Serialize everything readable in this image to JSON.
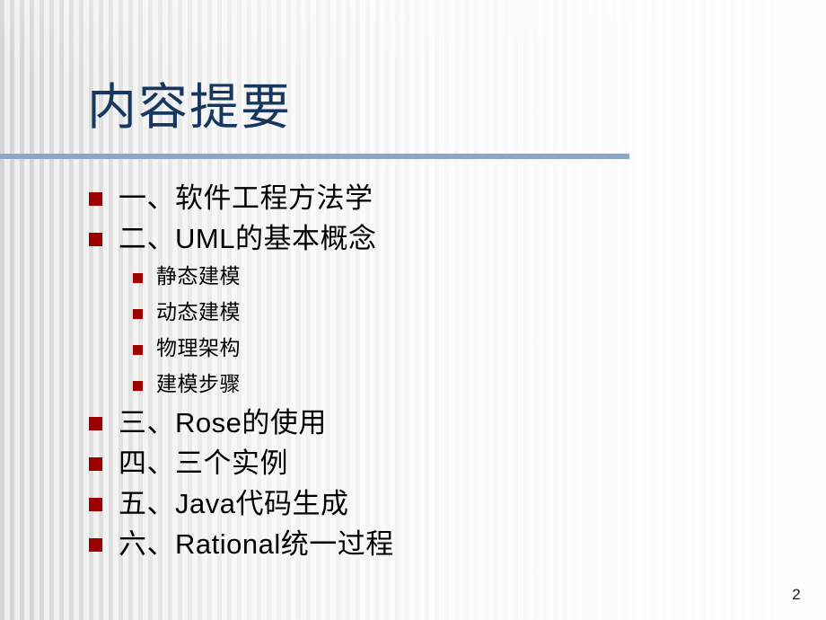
{
  "slide": {
    "title": "内容提要",
    "page_number": "2",
    "colors": {
      "title": "#17375E",
      "rule": "#8BA7C8",
      "bullet": "#9C0000",
      "body_text": "#000000",
      "background": "#EFEFEF"
    },
    "outline": [
      {
        "level": 1,
        "text": "一、软件工程方法学",
        "bullet": "red-square-bullet"
      },
      {
        "level": 1,
        "text": "二、UML的基本概念",
        "bullet": "red-square-bullet"
      },
      {
        "level": 2,
        "text": "静态建模",
        "bullet": "red-square-bullet-small"
      },
      {
        "level": 2,
        "text": "动态建模",
        "bullet": "red-square-bullet-small"
      },
      {
        "level": 2,
        "text": "物理架构",
        "bullet": "red-square-bullet-small"
      },
      {
        "level": 2,
        "text": "建模步骤",
        "bullet": "red-square-bullet-small"
      },
      {
        "level": 1,
        "text": "三、Rose的使用",
        "bullet": "red-square-bullet"
      },
      {
        "level": 1,
        "text": "四、三个实例",
        "bullet": "red-square-bullet"
      },
      {
        "level": 1,
        "text": "五、Java代码生成",
        "bullet": "red-square-bullet"
      },
      {
        "level": 1,
        "text": "六、Rational统一过程",
        "bullet": "red-square-bullet"
      }
    ]
  }
}
